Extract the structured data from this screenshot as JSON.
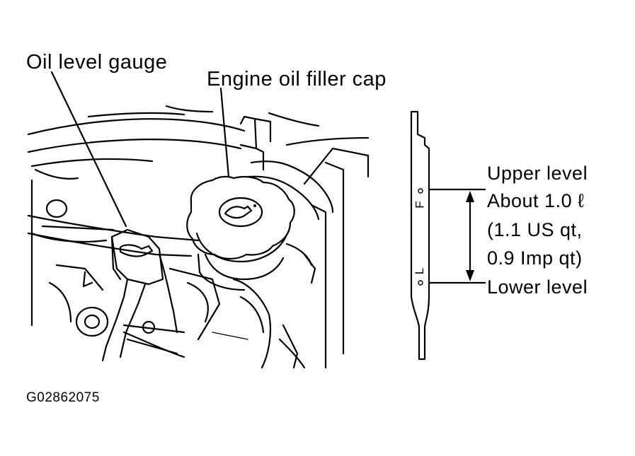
{
  "labels": {
    "oil_level_gauge": "Oil level gauge",
    "engine_oil_filler_cap": "Engine oil filler cap",
    "figure_id": "G02862075"
  },
  "dipstick": {
    "upper_level": "Upper level",
    "capacity_line1": "About 1.0 ℓ",
    "capacity_line2": "(1.1 US qt,",
    "capacity_line3": "0.9 Imp qt)",
    "lower_level": "Lower level",
    "mark_full": "F",
    "mark_low": "L"
  }
}
